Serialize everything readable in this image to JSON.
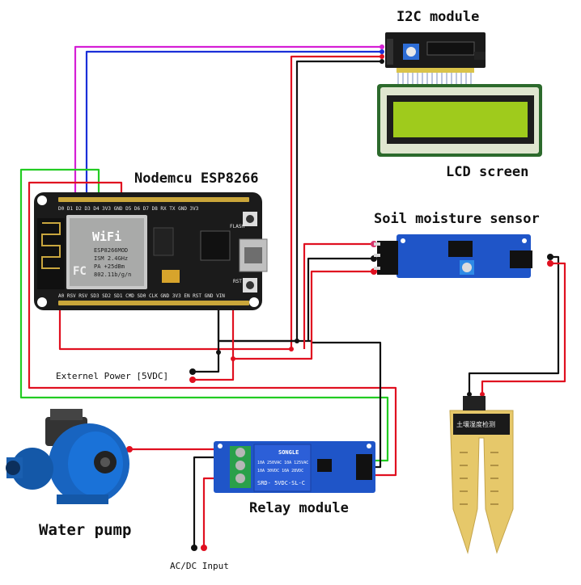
{
  "labels": {
    "i2c": "I2C module",
    "lcd": "LCD screen",
    "nodemcu": "Nodemcu ESP8266",
    "soil": "Soil moisture sensor",
    "power": "Externel Power [5VDC]",
    "relay": "Relay module",
    "pump": "Water pump",
    "acdc": "AC/DC Input"
  },
  "board_text": {
    "wifi": "WiFi",
    "module_model": "ESP8266MOD",
    "ism": "ISM 2.4GHz",
    "pa": "PA +25dBm",
    "std": "802.11b/g/n",
    "flash": "FLASH",
    "rst": "RST",
    "top_pins": "D0 D1 D2 D3 D4 3V3 GND D5 D6 D7 D8 RX TX GND 3V3",
    "bottom_pins": "A0 RSV RSV SD3 SD2 SD1 CMD SD0 CLK GND 3V3 EN RST GND VIN"
  },
  "relay_text": {
    "brand": "SONGLE",
    "model": "SRD- 5VDC-SL-C",
    "rating1": "10A 250VAC 10A 125VAC",
    "rating2": "10A 30VDC 10A 28VDC"
  },
  "soil_text": {
    "probe_title": "土壤湿度检测"
  },
  "colors": {
    "pcb_blue": "#1f55c8",
    "board_black": "#1b1b1b",
    "wire_red": "#e01020",
    "wire_black": "#111111",
    "wire_green": "#22cc22",
    "wire_magenta": "#d51fd5",
    "wire_blue": "#1a2fd8",
    "lcd_green": "#9fcb1c",
    "probe_gold": "#e6c86a",
    "pump_blue": "#1864c0"
  }
}
